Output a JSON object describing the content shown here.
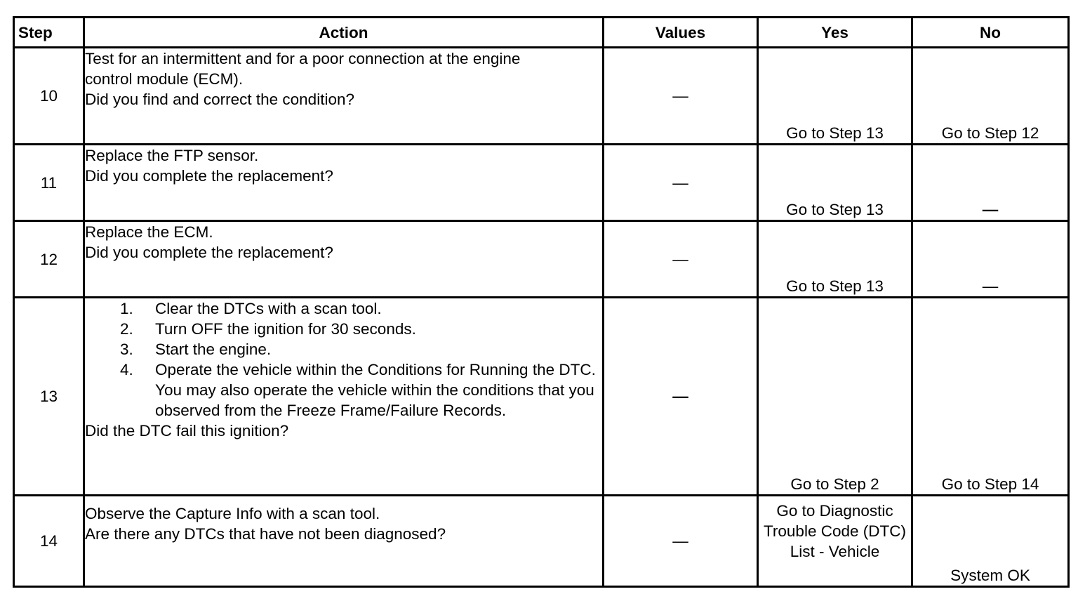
{
  "table": {
    "headers": {
      "step": "Step",
      "action": "Action",
      "values": "Values",
      "yes": "Yes",
      "no": "No"
    },
    "rows": [
      {
        "step": "10",
        "action_lines": [
          "Test for an intermittent and for a poor connection at the engine",
          "control module (ECM)."
        ],
        "question": "Did you find and correct the condition?",
        "values": "—",
        "yes": "Go to Step 13",
        "no": "Go to Step 12"
      },
      {
        "step": "11",
        "action_lines": [
          "Replace the FTP sensor."
        ],
        "question": "Did you complete the replacement?",
        "values": "—",
        "yes": "Go to Step 13",
        "no": "—"
      },
      {
        "step": "12",
        "action_lines": [
          "Replace the ECM."
        ],
        "question": "Did you complete the replacement?",
        "values": "—",
        "yes": "Go to Step 13",
        "no": "—"
      },
      {
        "step": "13",
        "steps": [
          {
            "num": "1.",
            "text": "Clear the DTCs with a scan tool."
          },
          {
            "num": "2.",
            "text": "Turn OFF the ignition for 30 seconds."
          },
          {
            "num": "3.",
            "text": "Start the engine."
          },
          {
            "num": "4.",
            "text": "Operate the vehicle within the Conditions for Running the DTC. You may also operate the vehicle within the conditions that you observed from the Freeze Frame/Failure Records."
          }
        ],
        "question": "Did the DTC fail this ignition?",
        "values": "—",
        "yes": "Go to Step 2",
        "no": "Go to Step 14"
      },
      {
        "step": "14",
        "action_lines": [
          "Observe the Capture Info with a scan tool."
        ],
        "question": "Are there any DTCs that have not been diagnosed?",
        "values": "—",
        "yes": "Go to Diagnostic Trouble Code (DTC) List - Vehicle",
        "no": "System OK"
      }
    ]
  }
}
